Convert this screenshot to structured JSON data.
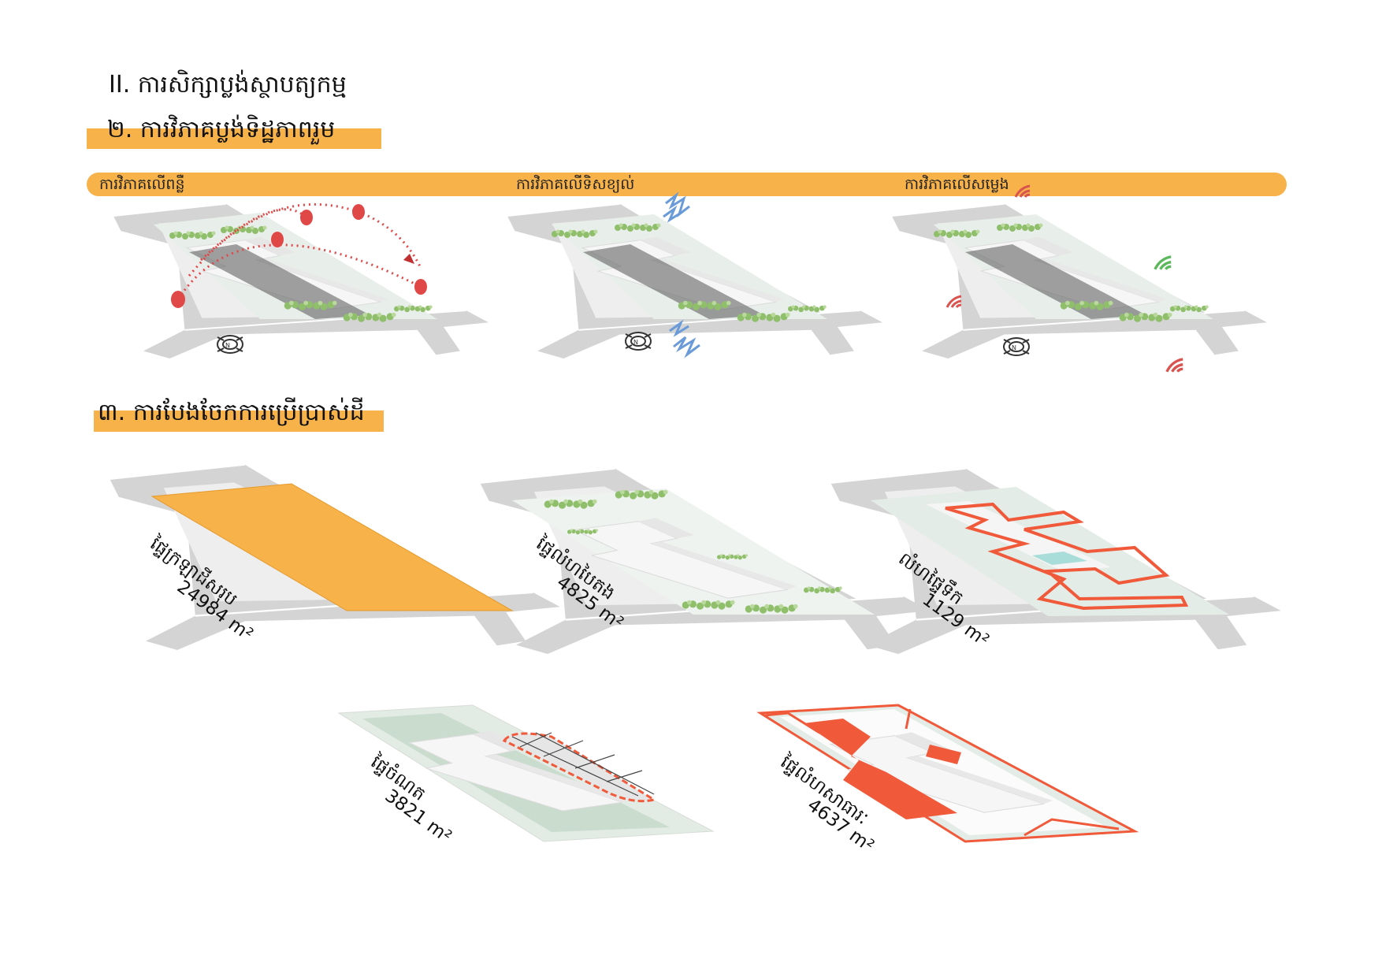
{
  "headings": {
    "chapter": "II. ការសិក្សាប្លង់ស្ថាបត្យកម្ម",
    "section2": "២. ការវិភាគប្លង់ទិដ្ឋភាពរួម",
    "section3": "៣. ការបែងចែកការប្រើប្រាស់ដី"
  },
  "analysis_labels": {
    "sun": "ការវិភាគលើពន្លឺ",
    "wind": "ការវិភាគលើទិសខ្យល់",
    "noise": "ការវិភាគលើសម្លេង"
  },
  "land_use": [
    {
      "label": "ផ្ទៃក្រឡាដីសរុប",
      "value": "24984 m²"
    },
    {
      "label": "ផ្ទៃលំហបៃតង",
      "value": "4825 m²"
    },
    {
      "label": "លំហផ្ទៃទឹក",
      "value": "1129 m²"
    },
    {
      "label": "ផ្ទៃចំណត",
      "value": "3821 m²"
    },
    {
      "label": "ផ្ទៃលំហសាធារៈ",
      "value": "4637 m²"
    }
  ],
  "colors": {
    "accent_orange": "#f7b24a",
    "road_gray": "#d4d4d4",
    "tree_green": "#8fbf6a",
    "water_cyan": "#a8ddd9",
    "public_red": "#f05a3a",
    "noise_red": "#d9534f",
    "noise_green": "#5cb85c",
    "wind_blue": "#6a9bd8"
  },
  "icons": [
    "compass-icon",
    "sun-icon",
    "wind-icon",
    "noise-wave-icon"
  ]
}
